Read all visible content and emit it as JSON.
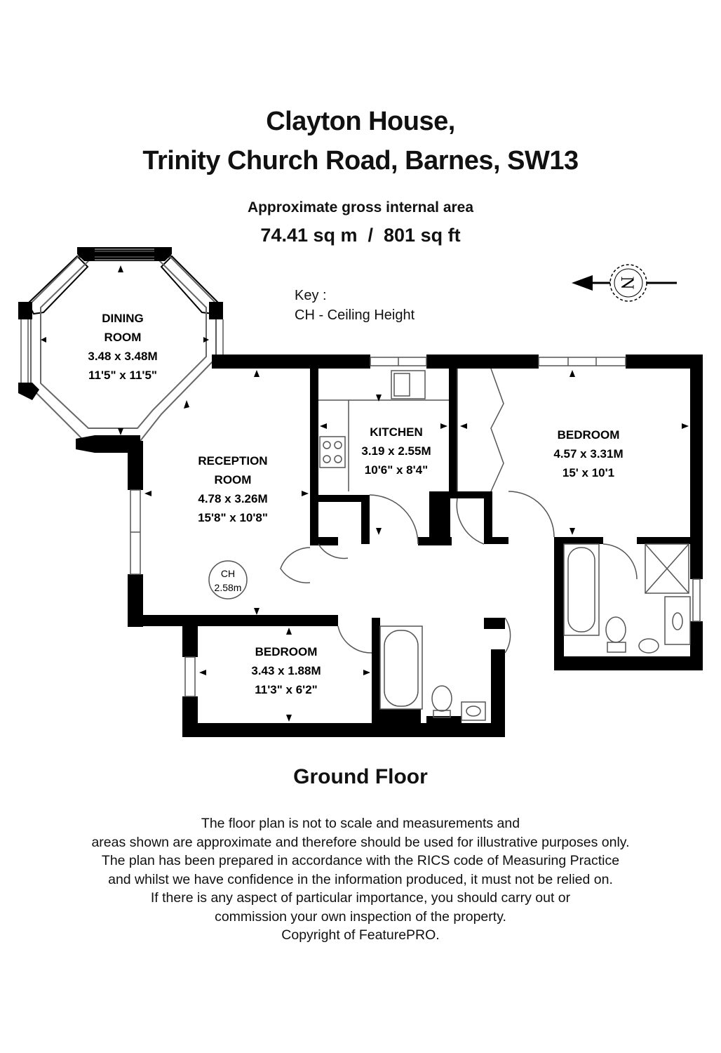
{
  "header": {
    "title_line1": "Clayton House,",
    "title_line2": "Trinity Church Road, Barnes, SW13",
    "area_label": "Approximate gross internal area",
    "area_value": "74.41 sq m  /  801 sq ft"
  },
  "key": {
    "heading": "Key :",
    "entry": "CH - Ceiling Height"
  },
  "compass": {
    "letter": "N"
  },
  "rooms": {
    "dining": {
      "name1": "DINING",
      "name2": "ROOM",
      "metric": "3.48 x 3.48M",
      "imperial": "11'5\" x 11'5\""
    },
    "reception": {
      "name1": "RECEPTION",
      "name2": "ROOM",
      "metric": "4.78 x 3.26M",
      "imperial": "15'8\" x 10'8\""
    },
    "kitchen": {
      "name": "KITCHEN",
      "metric": "3.19 x 2.55M",
      "imperial": "10'6\" x 8'4\""
    },
    "bedroom1": {
      "name": "BEDROOM",
      "metric": "4.57 x 3.31M",
      "imperial": "15' x 10'1"
    },
    "bedroom2": {
      "name": "BEDROOM",
      "metric": "3.43 x 1.88M",
      "imperial": "11'3\" x 6'2\""
    }
  },
  "ceiling_marker": {
    "label": "CH",
    "value": "2.58m"
  },
  "floor_label": "Ground Floor",
  "disclaimer": [
    "The floor plan is not to scale and measurements and",
    "areas shown are approximate and therefore should be used for illustrative purposes only.",
    "The plan has been prepared in accordance with the RICS code of Measuring Practice",
    "and whilst we have confidence in the information produced, it must not be relied on.",
    "If there is any aspect of particular importance, you should carry out or",
    "commission your own inspection of the property.",
    "Copyright of FeaturePRO."
  ],
  "colors": {
    "wall": "#000000",
    "line": "#555555",
    "background": "#ffffff"
  }
}
